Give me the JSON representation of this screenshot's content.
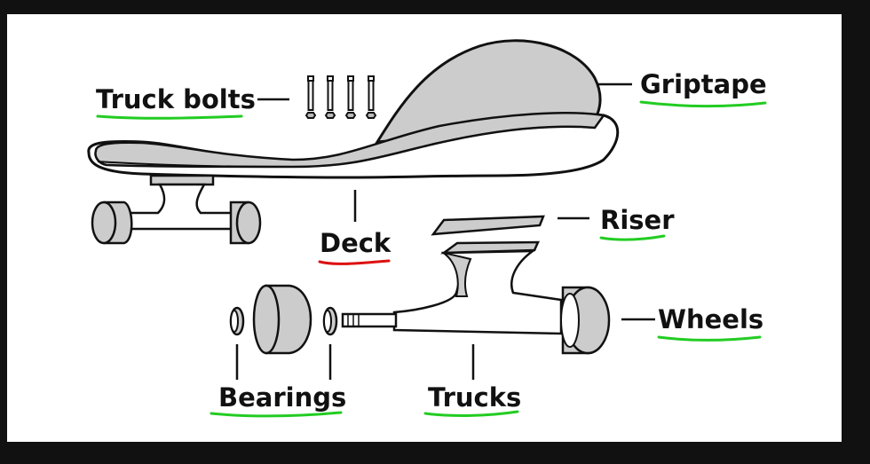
{
  "labels": {
    "truck_bolts": "Truck bolts",
    "griptape": "Griptape",
    "deck": "Deck",
    "riser": "Riser",
    "wheels": "Wheels",
    "bearings": "Bearings",
    "trucks": "Trucks"
  },
  "colors": {
    "outline": "#111111",
    "fill_gray": "#cccccc",
    "underline_green": "#22cc22",
    "underline_red": "#dd1111",
    "background": "#111111",
    "panel": "#ffffff"
  }
}
